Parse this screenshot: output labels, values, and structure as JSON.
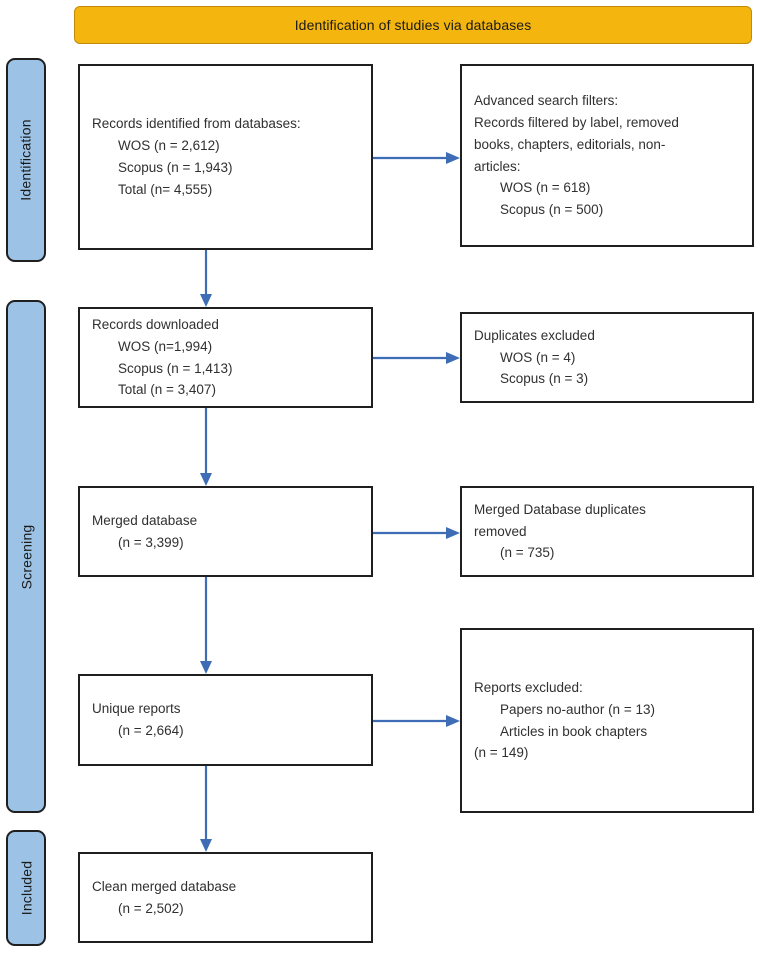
{
  "banner": {
    "label": "Identification of studies via databases",
    "fill": "#F4B60E",
    "border": "#C08B06"
  },
  "theme": {
    "pill_fill": "#9CC3E5",
    "box_border": "#1F1F1F",
    "arrow_color": "#3E6DB5",
    "text_color": "#303030",
    "background": "#FFFFFF"
  },
  "stages": [
    {
      "id": "identification",
      "label": "Identification"
    },
    {
      "id": "screening",
      "label": "Screening"
    },
    {
      "id": "included",
      "label": "Included"
    }
  ],
  "boxes": {
    "records_identified": {
      "lines": [
        {
          "text": "Records identified from databases:",
          "indent": false
        },
        {
          "text": "WOS (n = 2,612)",
          "indent": true
        },
        {
          "text": "Scopus (n = 1,943)",
          "indent": true
        },
        {
          "text": "Total (n= 4,555)",
          "indent": true
        }
      ]
    },
    "advanced_filters": {
      "lines": [
        {
          "text": "Advanced search filters:",
          "indent": false
        },
        {
          "text": "Records filtered by label, removed",
          "indent": false
        },
        {
          "text": "books, chapters, editorials, non-",
          "indent": false
        },
        {
          "text": "articles:",
          "indent": false
        },
        {
          "text": "WOS (n = 618)",
          "indent": true
        },
        {
          "text": "Scopus (n = 500)",
          "indent": true
        }
      ]
    },
    "records_downloaded": {
      "lines": [
        {
          "text": "Records downloaded",
          "indent": false
        },
        {
          "text": "WOS (n=1,994)",
          "indent": true
        },
        {
          "text": "Scopus (n = 1,413)",
          "indent": true
        },
        {
          "text": "Total (n = 3,407)",
          "indent": true
        }
      ]
    },
    "duplicates_excluded": {
      "lines": [
        {
          "text": "Duplicates excluded",
          "indent": false
        },
        {
          "text": "WOS (n = 4)",
          "indent": true
        },
        {
          "text": "Scopus (n = 3)",
          "indent": true
        }
      ]
    },
    "merged_database": {
      "lines": [
        {
          "text": "Merged database",
          "indent": false
        },
        {
          "text": "(n = 3,399)",
          "indent": true
        }
      ]
    },
    "merged_duplicates_removed": {
      "lines": [
        {
          "text": "Merged Database duplicates",
          "indent": false
        },
        {
          "text": "removed",
          "indent": false
        },
        {
          "text": "(n = 735)",
          "indent": true
        }
      ]
    },
    "unique_reports": {
      "lines": [
        {
          "text": "Unique reports",
          "indent": false
        },
        {
          "text": "(n = 2,664)",
          "indent": true
        }
      ]
    },
    "reports_excluded": {
      "lines": [
        {
          "text": "Reports excluded:",
          "indent": false
        },
        {
          "text": "Papers no-author (n = 13)",
          "indent": true
        },
        {
          "text": "Articles in book chapters",
          "indent": true
        },
        {
          "text": "(n = 149)",
          "indent": false
        }
      ]
    },
    "clean_merged_database": {
      "lines": [
        {
          "text": "Clean merged database",
          "indent": false
        },
        {
          "text": "(n = 2,502)",
          "indent": true
        }
      ]
    }
  },
  "connectors": [
    {
      "id": "identified-to-downloaded",
      "direction": "down"
    },
    {
      "id": "downloaded-to-merged",
      "direction": "down"
    },
    {
      "id": "merged-to-unique",
      "direction": "down"
    },
    {
      "id": "unique-to-clean",
      "direction": "down"
    },
    {
      "id": "identified-to-filters",
      "direction": "right"
    },
    {
      "id": "downloaded-to-duplicates",
      "direction": "right"
    },
    {
      "id": "merged-to-dupes-removed",
      "direction": "right"
    },
    {
      "id": "unique-to-reports-excluded",
      "direction": "right"
    }
  ]
}
